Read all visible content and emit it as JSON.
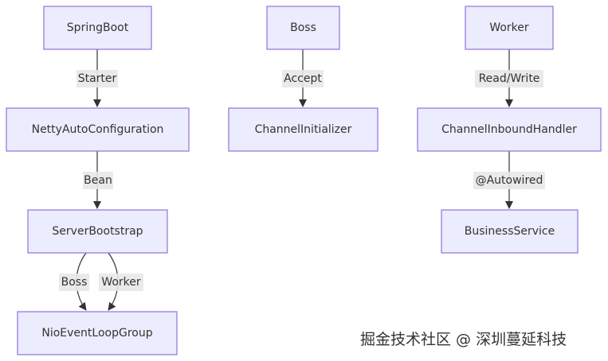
{
  "nodes": {
    "springboot": "SpringBoot",
    "netty_auto_config": "NettyAutoConfiguration",
    "server_bootstrap": "ServerBootstrap",
    "nio_event_loop_group": "NioEventLoopGroup",
    "boss": "Boss",
    "channel_initializer": "ChannelInitializer",
    "worker": "Worker",
    "channel_inbound_handler": "ChannelInboundHandler",
    "business_service": "BusinessService"
  },
  "edges": {
    "starter": "Starter",
    "bean": "Bean",
    "boss_group": "Boss",
    "worker_group": "Worker",
    "accept": "Accept",
    "read_write": "Read/Write",
    "autowired": "@Autowired"
  },
  "watermark": "掘金技术社区 @ 深圳蔓延科技",
  "colors": {
    "node_fill": "#ECECFF",
    "node_stroke": "#9370DB",
    "edge": "#333333",
    "edge_label_bg": "#e8e8e8"
  }
}
